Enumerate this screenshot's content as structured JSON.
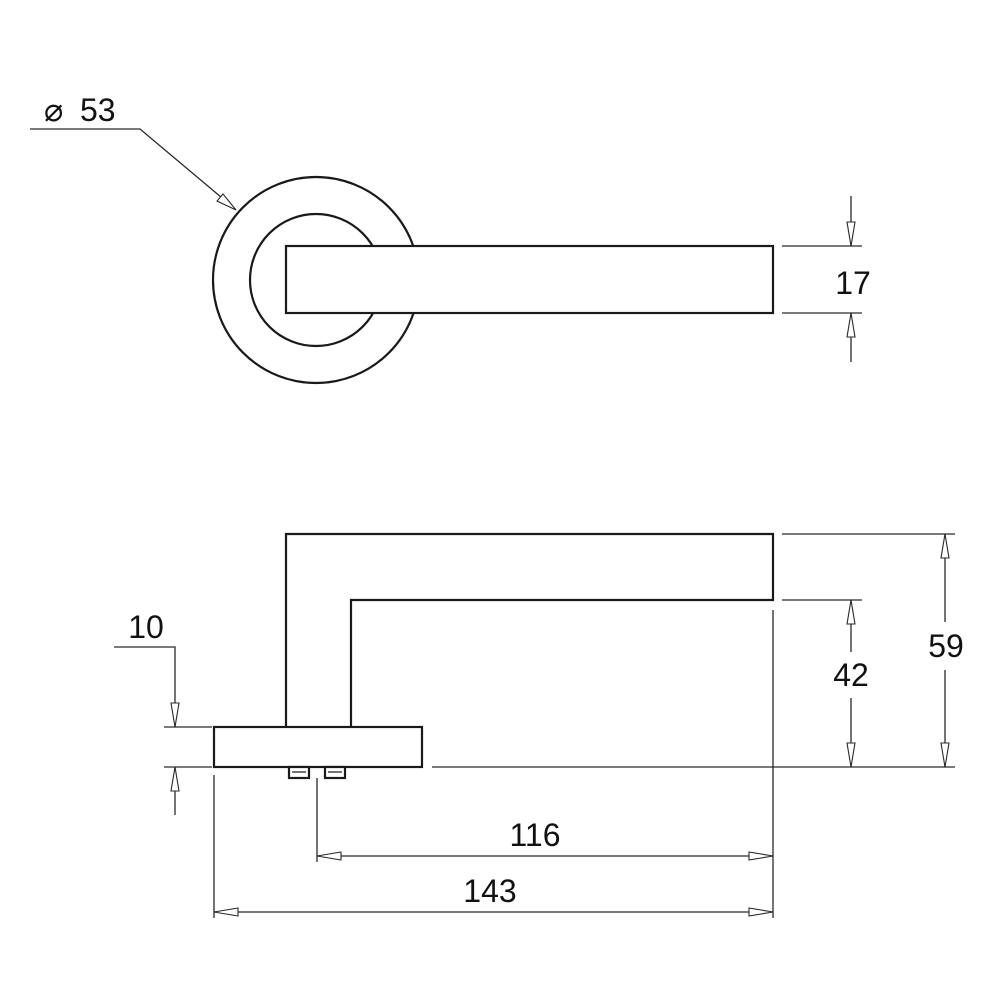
{
  "colors": {
    "line": "#1a1a1a",
    "background": "#ffffff"
  },
  "top_view": {
    "diameter_symbol": "⌀",
    "rose_diameter": "53",
    "lever_thickness": "17"
  },
  "side_view": {
    "rose_depth": "10",
    "inner_height": "42",
    "overall_height": "59",
    "spindle_to_tip": "116",
    "overall_length": "143"
  }
}
